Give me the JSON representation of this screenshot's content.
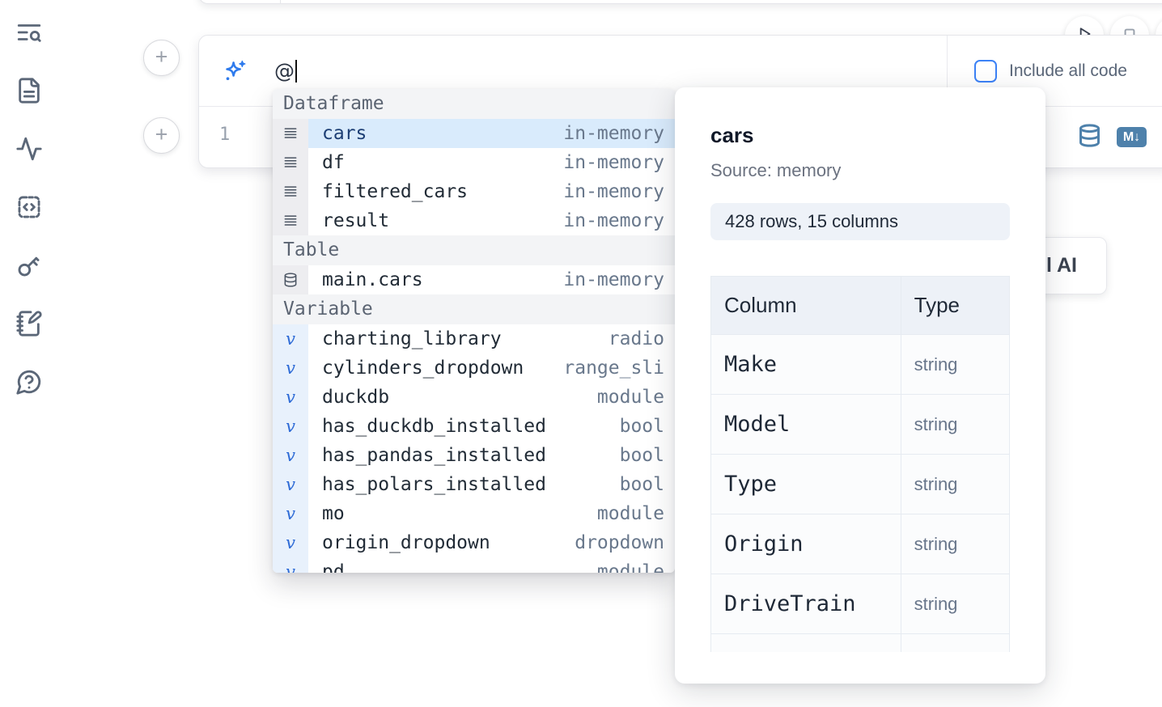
{
  "colors": {
    "accent_blue": "#3c82f6",
    "steel_blue": "#4e81ab",
    "selection_bg": "#d9ebfc",
    "selected_text": "#1c3e74",
    "icon_slate": "#5b6778"
  },
  "sidebar": {
    "icons": [
      "list-search-icon",
      "file-text-icon",
      "activity-icon",
      "code-square-icon",
      "key-icon",
      "notebook-pen-icon",
      "help-chat-icon"
    ]
  },
  "controls": {
    "plus": "+",
    "run_icon": "play-icon",
    "stop_icon": "stop-icon"
  },
  "cell": {
    "ai_input": {
      "value": "@",
      "icon": "sparkles-icon"
    },
    "include_all_code": "Include all code",
    "editor": {
      "line_number": "1"
    },
    "markdown_badge": "M↓",
    "toolbar_icons": [
      "database-icon",
      "markdown-icon"
    ]
  },
  "completion": {
    "sections": [
      {
        "label": "Dataframe",
        "items": [
          {
            "name": "cars",
            "type": "in-memory",
            "icon": "dataframe-icon",
            "selected": true
          },
          {
            "name": "df",
            "type": "in-memory",
            "icon": "dataframe-icon",
            "selected": false
          },
          {
            "name": "filtered_cars",
            "type": "in-memory",
            "icon": "dataframe-icon",
            "selected": false
          },
          {
            "name": "result",
            "type": "in-memory",
            "icon": "dataframe-icon",
            "selected": false
          }
        ]
      },
      {
        "label": "Table",
        "items": [
          {
            "name": "main.cars",
            "type": "in-memory",
            "icon": "table-icon",
            "selected": false
          }
        ]
      },
      {
        "label": "Variable",
        "items": [
          {
            "name": "charting_library",
            "type": "radio",
            "icon": "variable-icon",
            "selected": false
          },
          {
            "name": "cylinders_dropdown",
            "type": "range_sli",
            "icon": "variable-icon",
            "selected": false
          },
          {
            "name": "duckdb",
            "type": "module",
            "icon": "variable-icon",
            "selected": false
          },
          {
            "name": "has_duckdb_installed",
            "type": "bool",
            "icon": "variable-icon",
            "selected": false
          },
          {
            "name": "has_pandas_installed",
            "type": "bool",
            "icon": "variable-icon",
            "selected": false
          },
          {
            "name": "has_polars_installed",
            "type": "bool",
            "icon": "variable-icon",
            "selected": false
          },
          {
            "name": "mo",
            "type": "module",
            "icon": "variable-icon",
            "selected": false
          },
          {
            "name": "origin_dropdown",
            "type": "dropdown",
            "icon": "variable-icon",
            "selected": false
          },
          {
            "name": "pd",
            "type": "module",
            "icon": "variable-icon",
            "selected": false
          }
        ]
      }
    ]
  },
  "preview": {
    "title": "cars",
    "source": "Source: memory",
    "shape": "428 rows, 15 columns",
    "table": {
      "headers": [
        "Column",
        "Type"
      ],
      "rows": [
        [
          "Make",
          "string"
        ],
        [
          "Model",
          "string"
        ],
        [
          "Type",
          "string"
        ],
        [
          "Origin",
          "string"
        ],
        [
          "DriveTrain",
          "string"
        ],
        [
          "",
          ""
        ]
      ]
    }
  },
  "ai_card": {
    "visible_label": "l AI"
  }
}
